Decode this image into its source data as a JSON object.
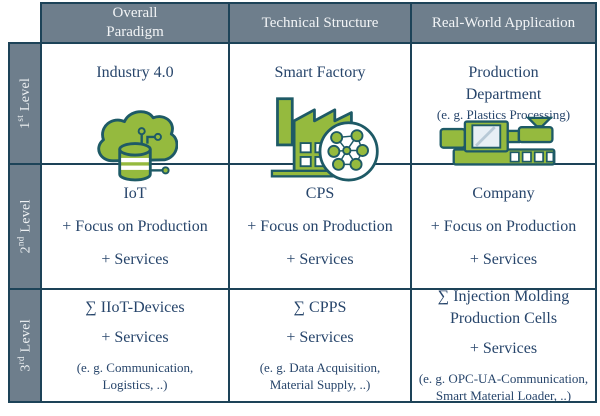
{
  "palette": {
    "header_bg": "#6e7e8c",
    "grid_line": "#1d4358",
    "cell_text": "#27456b",
    "header_text": "#f2f4f6",
    "icon_green": "#95ba3e",
    "icon_outline": "#1e5a66"
  },
  "table": {
    "columns": [
      {
        "title": "Overall\nParadigm"
      },
      {
        "title": "Technical Structure"
      },
      {
        "title": "Real-World Application"
      }
    ],
    "row_labels": [
      {
        "num": "1",
        "suffix": "st",
        "word": " Level"
      },
      {
        "num": "2",
        "suffix": "nd",
        "word": " Level"
      },
      {
        "num": "3",
        "suffix": "rd",
        "word": " Level"
      }
    ],
    "cells": {
      "r1c1": {
        "title": "Industry 4.0",
        "icon": "iot-cloud"
      },
      "r1c2": {
        "title": "Smart Factory",
        "icon": "smart-factory"
      },
      "r1c3": {
        "title": "Production\nDepartment",
        "note": "(e. g. Plastics Processing)",
        "icon": "injection-molding-machine"
      },
      "r2c1": {
        "lines": [
          "IoT",
          "+ Focus on Production",
          "+ Services"
        ]
      },
      "r2c2": {
        "lines": [
          "CPS",
          "+ Focus on Production",
          "+ Services"
        ]
      },
      "r2c3": {
        "lines": [
          "Company",
          "+ Focus on Production",
          "+ Services"
        ]
      },
      "r3c1": {
        "title": "∑ IIoT-Devices",
        "line2": "+ Services",
        "note": "(e. g. Communication,\nLogistics, ..)"
      },
      "r3c2": {
        "title": "∑ CPPS",
        "line2": "+ Services",
        "note": "(e. g. Data Acquisition,\nMaterial Supply, ..)"
      },
      "r3c3": {
        "title": "∑ Injection Molding\nProduction Cells",
        "line2": "+ Services",
        "note": "(e. g. OPC-UA-Communication,\nSmart Material Loader, ..)"
      }
    }
  }
}
